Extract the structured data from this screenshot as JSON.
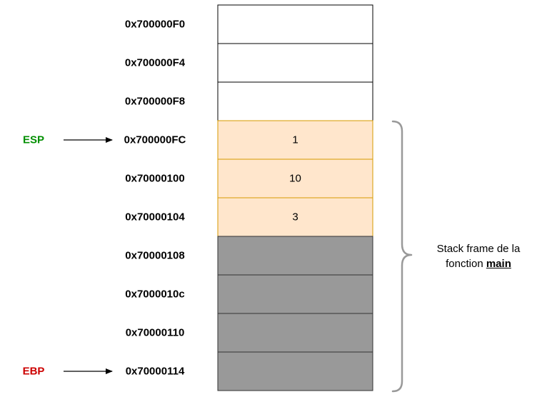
{
  "stack": {
    "cells": [
      {
        "address": "0x700000F0",
        "value": "",
        "kind": "empty"
      },
      {
        "address": "0x700000F4",
        "value": "",
        "kind": "empty"
      },
      {
        "address": "0x700000F8",
        "value": "",
        "kind": "empty"
      },
      {
        "address": "0x700000FC",
        "value": "1",
        "kind": "value"
      },
      {
        "address": "0x70000100",
        "value": "10",
        "kind": "value"
      },
      {
        "address": "0x70000104",
        "value": "3",
        "kind": "value"
      },
      {
        "address": "0x70000108",
        "value": "",
        "kind": "dark"
      },
      {
        "address": "0x7000010c",
        "value": "",
        "kind": "dark"
      },
      {
        "address": "0x70000110",
        "value": "",
        "kind": "dark"
      },
      {
        "address": "0x70000114",
        "value": "",
        "kind": "dark"
      }
    ]
  },
  "registers": [
    {
      "label": "ESP",
      "cell_index": 3,
      "color": "#008f00"
    },
    {
      "label": "EBP",
      "cell_index": 9,
      "color": "#cc0000"
    }
  ],
  "frame_label": {
    "line1": "Stack frame de la",
    "line2_prefix": "fonction ",
    "function_name": "main"
  },
  "colors": {
    "empty_fill": "#ffffff",
    "value_fill": "#ffe6cc",
    "value_border": "#d79b00",
    "dark_fill": "#999999",
    "brace": "#999999"
  }
}
